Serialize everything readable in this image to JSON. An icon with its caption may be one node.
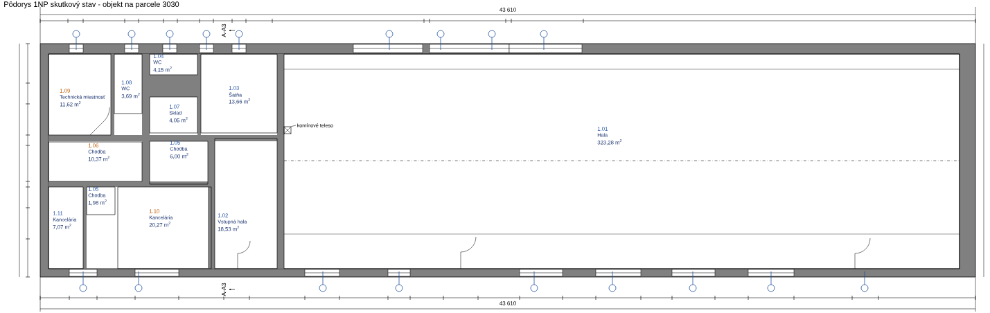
{
  "diagram": {
    "title": "Pôdorys 1NP skutkový stav - objekt na parcele 3030",
    "nodes": [
      {
        "text": [
          "1.01",
          "Hala",
          "323,28 m$^{2}$"
        ]
      },
      {
        "text": [
          "1.02",
          "Vstupná hala",
          "18,53 m$^{2}$"
        ]
      },
      {
        "text": [
          "1.03",
          "Šatňa",
          "13,66 m$^{2}$"
        ]
      },
      {
        "text": [
          "1.04",
          "WC",
          "4,15 m$^{2}$"
        ]
      },
      {
        "text": [
          "1.05",
          "Chodba",
          "6,00 m$^{2}$"
        ]
      },
      {
        "text": [
          "1.05",
          "Chodba",
          "1,98 m$^{2}$"
        ]
      },
      {
        "text": [
          "1.06",
          "Chodba",
          "10,37 m$^{2}$"
        ]
      },
      {
        "text": [
          "1.07",
          "Sklad",
          "4,05 m$^{2}$"
        ]
      },
      {
        "text": [
          "1.08",
          "WC",
          "3,69 m$^{2}$"
        ]
      },
      {
        "text": [
          "1.09",
          "Technická miestnosť",
          "11,62 m$^{2}$"
        ]
      },
      {
        "text": [
          "1.10",
          "Kancelária",
          "20,27 m$^{2}$"
        ]
      },
      {
        "text": [
          "1.11",
          "Kancelária",
          "7,07 m$^{2}$"
        ]
      },
      {
        "text": [
          "komínové teleso"
        ],
        "in": 0
      },
      {
        "text": [],
        "shape": "box",
        "in": 0
      }
    ],
    "edges": [
      {
        "from": 12,
        "to": 13,
        "arrow": "none"
      }
    ],
    "labels": [
      "43 610",
      "A-A3",
      "A-A3",
      "43 610"
    ]
  }
}
